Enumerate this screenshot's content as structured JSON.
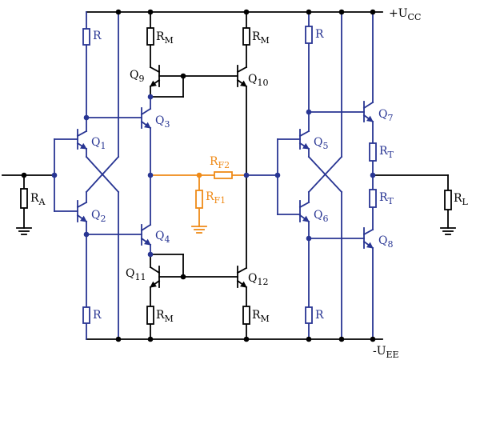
{
  "colors": {
    "black": "#000000",
    "blue": "#283593",
    "orange": "#ef8a17"
  },
  "rails": {
    "vcc": "+U",
    "vcc_sub": "CC",
    "vee": "-U",
    "vee_sub": "EE"
  },
  "resistors": {
    "r_a": {
      "main": "R",
      "sub": "A"
    },
    "r_1": {
      "main": "R",
      "sub": ""
    },
    "r_2": {
      "main": "R",
      "sub": ""
    },
    "r_3": {
      "main": "R",
      "sub": ""
    },
    "r_4": {
      "main": "R",
      "sub": ""
    },
    "r_m1": {
      "main": "R",
      "sub": "M"
    },
    "r_m2": {
      "main": "R",
      "sub": "M"
    },
    "r_m3": {
      "main": "R",
      "sub": "M"
    },
    "r_m4": {
      "main": "R",
      "sub": "M"
    },
    "r_f1": {
      "main": "R",
      "sub": "F1"
    },
    "r_f2": {
      "main": "R",
      "sub": "F2"
    },
    "r_t1": {
      "main": "R",
      "sub": "T"
    },
    "r_t2": {
      "main": "R",
      "sub": "T"
    },
    "r_l": {
      "main": "R",
      "sub": "L"
    }
  },
  "transistors": {
    "q1": {
      "main": "Q",
      "sub": "1"
    },
    "q2": {
      "main": "Q",
      "sub": "2"
    },
    "q3": {
      "main": "Q",
      "sub": "3"
    },
    "q4": {
      "main": "Q",
      "sub": "4"
    },
    "q5": {
      "main": "Q",
      "sub": "5"
    },
    "q6": {
      "main": "Q",
      "sub": "6"
    },
    "q7": {
      "main": "Q",
      "sub": "7"
    },
    "q8": {
      "main": "Q",
      "sub": "8"
    },
    "q9": {
      "main": "Q",
      "sub": "9"
    },
    "q10": {
      "main": "Q",
      "sub": "10"
    },
    "q11": {
      "main": "Q",
      "sub": "11"
    },
    "q12": {
      "main": "Q",
      "sub": "12"
    }
  }
}
